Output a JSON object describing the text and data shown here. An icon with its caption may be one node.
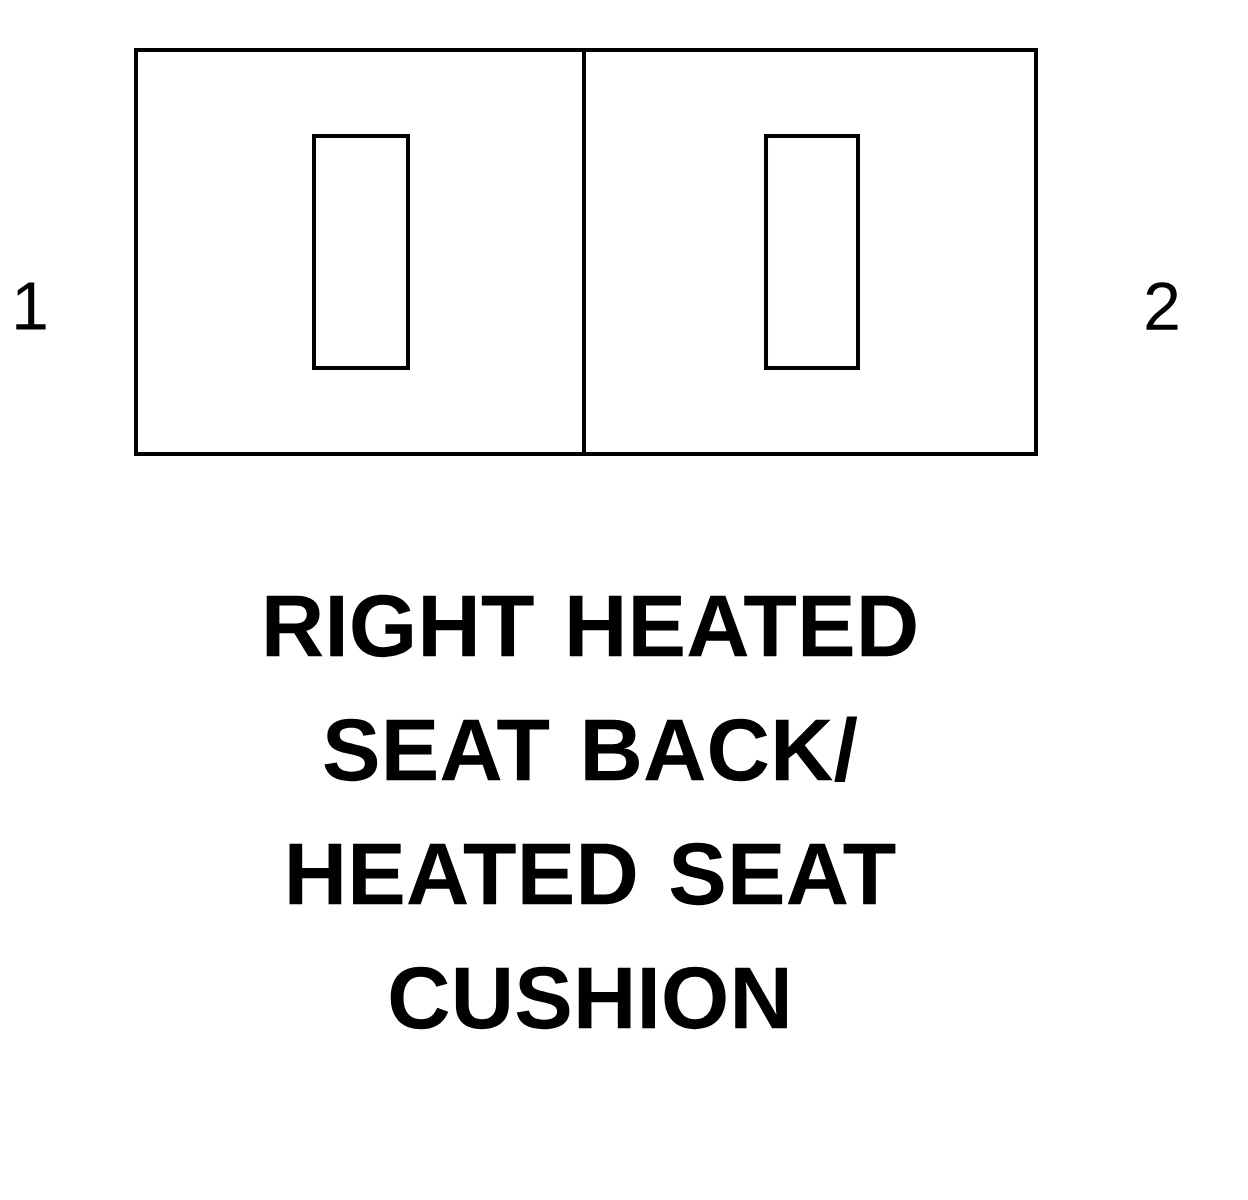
{
  "diagram": {
    "title": "RIGHT HEATED SEAT BACK/ HEATED SEAT CUSHION",
    "labels": [
      "1",
      "2"
    ]
  }
}
